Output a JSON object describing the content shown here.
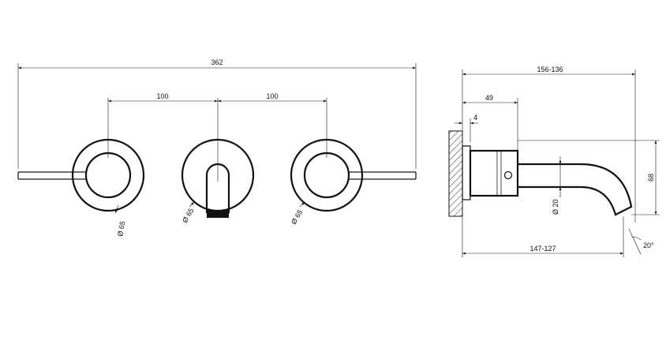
{
  "front_view": {
    "overall_width": "362",
    "spacing_left": "100",
    "spacing_right": "100",
    "diameter_left": "Ø 65",
    "diameter_center": "Ø 65",
    "diameter_right": "Ø 65"
  },
  "side_view": {
    "total_projection": "156-136",
    "body_depth": "49",
    "plate_thickness": "4",
    "height": "68",
    "spout_diameter": "Ø 20",
    "spout_reach": "147-127",
    "angle": "20°"
  }
}
